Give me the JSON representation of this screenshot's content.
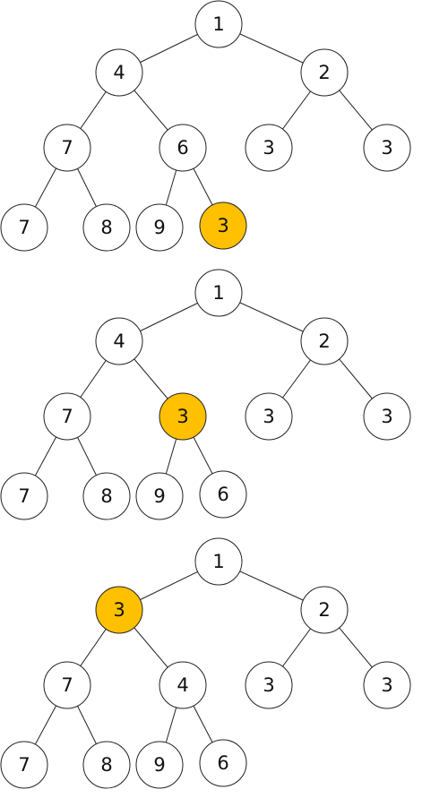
{
  "colors": {
    "node_fill": "#ffffff",
    "highlight_fill": "#FFC000",
    "stroke": "#222222"
  },
  "trees": [
    {
      "nodes": [
        {
          "id": "a",
          "label": "1",
          "highlight": false
        },
        {
          "id": "b",
          "label": "4",
          "highlight": false
        },
        {
          "id": "c",
          "label": "2",
          "highlight": false
        },
        {
          "id": "d",
          "label": "7",
          "highlight": false
        },
        {
          "id": "e",
          "label": "6",
          "highlight": false
        },
        {
          "id": "f",
          "label": "3",
          "highlight": false
        },
        {
          "id": "g",
          "label": "3",
          "highlight": false
        },
        {
          "id": "h",
          "label": "7",
          "highlight": false
        },
        {
          "id": "i",
          "label": "8",
          "highlight": false
        },
        {
          "id": "j",
          "label": "9",
          "highlight": false
        },
        {
          "id": "k",
          "label": "3",
          "highlight": true
        }
      ],
      "edges": [
        [
          "a",
          "b"
        ],
        [
          "a",
          "c"
        ],
        [
          "b",
          "d"
        ],
        [
          "b",
          "e"
        ],
        [
          "c",
          "f"
        ],
        [
          "c",
          "g"
        ],
        [
          "d",
          "h"
        ],
        [
          "d",
          "i"
        ],
        [
          "e",
          "j"
        ],
        [
          "e",
          "k"
        ]
      ]
    },
    {
      "nodes": [
        {
          "id": "a",
          "label": "1",
          "highlight": false
        },
        {
          "id": "b",
          "label": "4",
          "highlight": false
        },
        {
          "id": "c",
          "label": "2",
          "highlight": false
        },
        {
          "id": "d",
          "label": "7",
          "highlight": false
        },
        {
          "id": "e",
          "label": "3",
          "highlight": true
        },
        {
          "id": "f",
          "label": "3",
          "highlight": false
        },
        {
          "id": "g",
          "label": "3",
          "highlight": false
        },
        {
          "id": "h",
          "label": "7",
          "highlight": false
        },
        {
          "id": "i",
          "label": "8",
          "highlight": false
        },
        {
          "id": "j",
          "label": "9",
          "highlight": false
        },
        {
          "id": "k",
          "label": "6",
          "highlight": false
        }
      ],
      "edges": [
        [
          "a",
          "b"
        ],
        [
          "a",
          "c"
        ],
        [
          "b",
          "d"
        ],
        [
          "b",
          "e"
        ],
        [
          "c",
          "f"
        ],
        [
          "c",
          "g"
        ],
        [
          "d",
          "h"
        ],
        [
          "d",
          "i"
        ],
        [
          "e",
          "j"
        ],
        [
          "e",
          "k"
        ]
      ]
    },
    {
      "nodes": [
        {
          "id": "a",
          "label": "1",
          "highlight": false
        },
        {
          "id": "b",
          "label": "3",
          "highlight": true
        },
        {
          "id": "c",
          "label": "2",
          "highlight": false
        },
        {
          "id": "d",
          "label": "7",
          "highlight": false
        },
        {
          "id": "e",
          "label": "4",
          "highlight": false
        },
        {
          "id": "f",
          "label": "3",
          "highlight": false
        },
        {
          "id": "g",
          "label": "3",
          "highlight": false
        },
        {
          "id": "h",
          "label": "7",
          "highlight": false
        },
        {
          "id": "i",
          "label": "8",
          "highlight": false
        },
        {
          "id": "j",
          "label": "9",
          "highlight": false
        },
        {
          "id": "k",
          "label": "6",
          "highlight": false
        }
      ],
      "edges": [
        [
          "a",
          "b"
        ],
        [
          "a",
          "c"
        ],
        [
          "b",
          "d"
        ],
        [
          "b",
          "e"
        ],
        [
          "c",
          "f"
        ],
        [
          "c",
          "g"
        ],
        [
          "d",
          "h"
        ],
        [
          "d",
          "i"
        ],
        [
          "e",
          "j"
        ],
        [
          "e",
          "k"
        ]
      ]
    }
  ]
}
